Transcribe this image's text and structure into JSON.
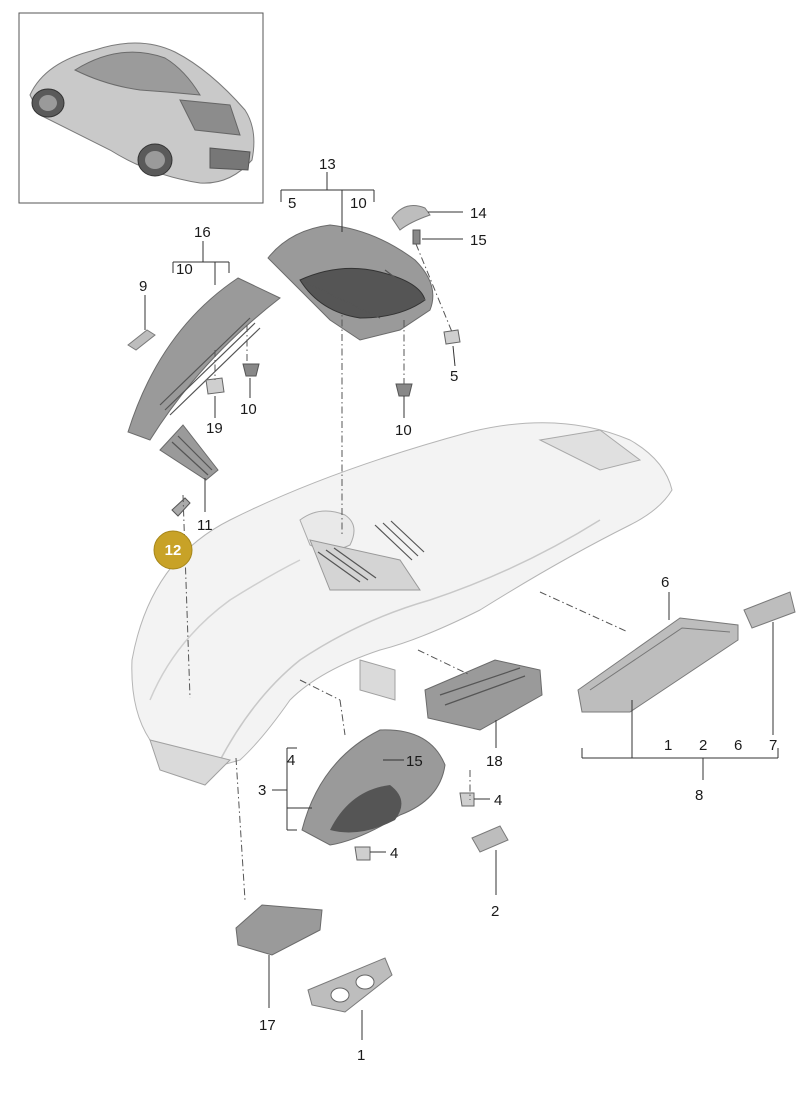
{
  "labels": {
    "n13": "13",
    "n13a": "5",
    "n13b": "10",
    "n14": "14",
    "n15a": "15",
    "n5": "5",
    "n10b": "10",
    "n16": "16",
    "n16a": "10",
    "n9": "9",
    "n10a": "10",
    "n19": "19",
    "n11": "11",
    "n12": "12",
    "n6": "6",
    "n8a": "1",
    "n8b": "2",
    "n8c": "6",
    "n8d": "7",
    "n8": "8",
    "n18": "18",
    "n3": "3",
    "n3a": "4",
    "n15b": "15",
    "n4a": "4",
    "n4b": "4",
    "n2": "2",
    "n17": "17",
    "n1": "1"
  },
  "colors": {
    "badge": "#c8a227",
    "line": "#333333"
  }
}
